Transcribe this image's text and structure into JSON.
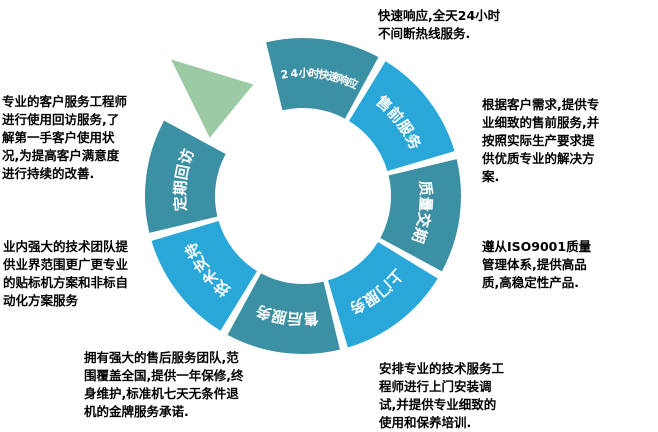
{
  "diagram": {
    "center_ring": {
      "inner_radius": 88,
      "outer_radius": 158,
      "arrow_color": "#9bcaa4",
      "label_color": "#ffffff",
      "teal": "#3b90a3",
      "blue": "#29a7d9",
      "segments": [
        {
          "label": "24小时快速响应",
          "color": "#3b90a3",
          "start": 346.5,
          "end": 388.5,
          "font_size": 11
        },
        {
          "label": "售前服务",
          "color": "#29a7d9",
          "start": 31.5,
          "end": 73.5,
          "font_size": 15
        },
        {
          "label": "质量交期",
          "color": "#3b90a3",
          "start": 76.5,
          "end": 118.5,
          "font_size": 15
        },
        {
          "label": "上门服务",
          "color": "#29a7d9",
          "start": 121.5,
          "end": 163.5,
          "font_size": 15
        },
        {
          "label": "售后服务",
          "color": "#3b90a3",
          "start": 166.5,
          "end": 208.5,
          "font_size": 15
        },
        {
          "label": "技术支持",
          "color": "#29a7d9",
          "start": 211.5,
          "end": 253.5,
          "font_size": 15
        },
        {
          "label": "定期回访",
          "color": "#3b90a3",
          "start": 256.5,
          "end": 298.5,
          "font_size": 15
        }
      ]
    },
    "notes": [
      {
        "id": "fast-response",
        "text": "快速响应,全天24小时不间断热线服务."
      },
      {
        "id": "presales",
        "text": "根据客户需求,提供专业细致的售前服务,并按照实际生产要求提供优质专业的解决方案."
      },
      {
        "id": "quality",
        "text": "遵从ISO9001质量管理体系,提供高品质,高稳定性产品."
      },
      {
        "id": "onsite-service",
        "text": "安排专业的技术服务工程师进行上门安装调试,并提供专业细致的使用和保养培训."
      },
      {
        "id": "after-sales",
        "text": "拥有强大的售后服务团队,范围覆盖全国,提供一年保修,终身维护,标准机七天无条件退机的金牌服务承诺."
      },
      {
        "id": "tech-support",
        "text": "业内强大的技术团队提供业界范围更广更专业的贴标机方案和非标自动化方案服务"
      },
      {
        "id": "follow-up-visit",
        "text": "专业的客户服务工程师进行使用回访服务,了解第一手客户使用状况,为提高客户满意度进行持续的改善."
      }
    ]
  }
}
